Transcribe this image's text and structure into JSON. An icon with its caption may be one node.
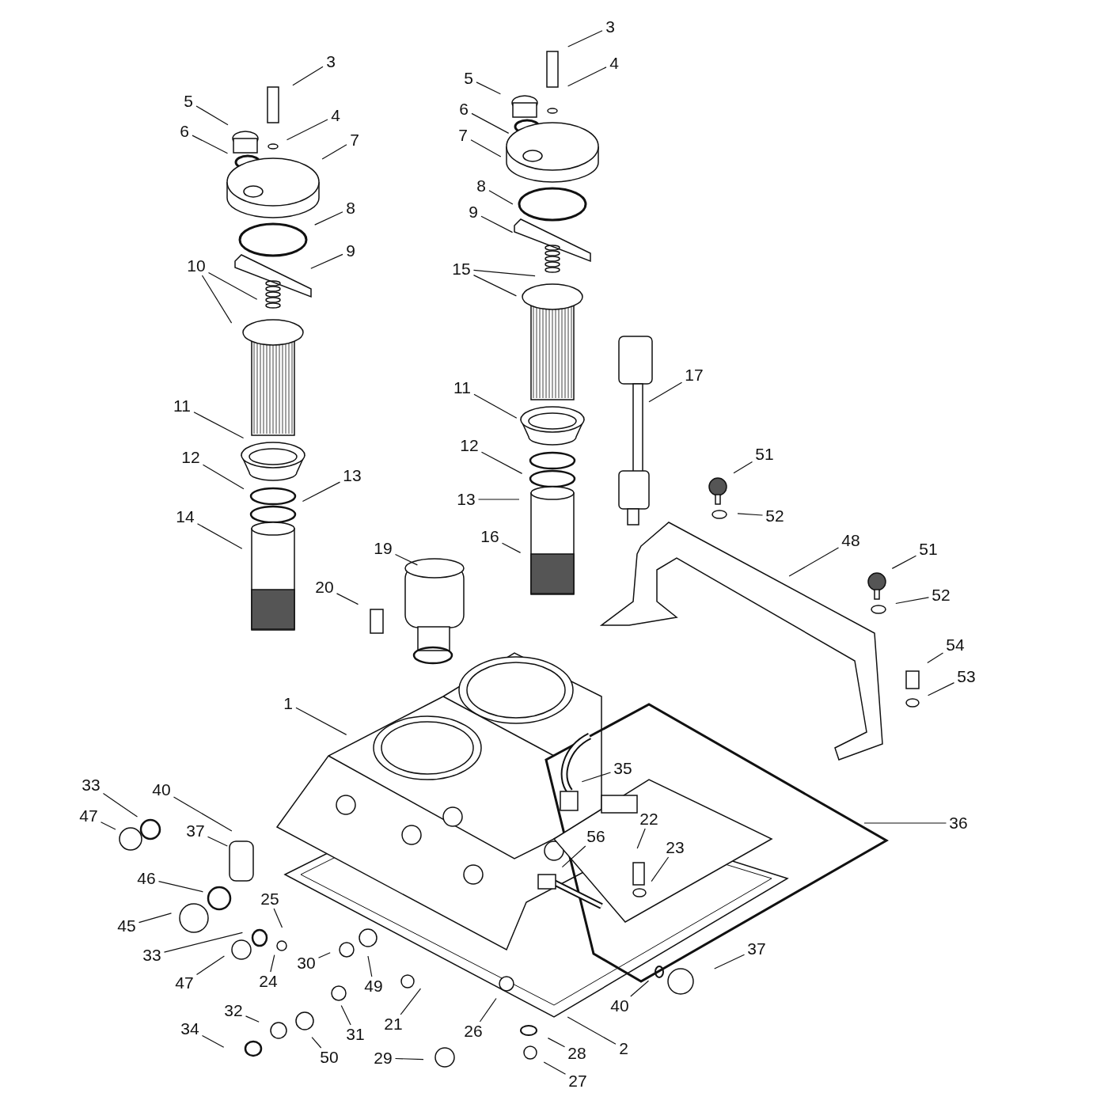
{
  "diagram": {
    "nodes": [
      {
        "text": [
          "3"
        ]
      },
      {
        "text": [
          "3"
        ]
      },
      {
        "text": [
          "4"
        ]
      },
      {
        "text": [
          "5"
        ]
      },
      {
        "text": [
          "5"
        ]
      },
      {
        "text": [
          "6"
        ]
      },
      {
        "text": [
          "4"
        ]
      },
      {
        "text": [
          "6"
        ]
      },
      {
        "text": [
          "7"
        ]
      },
      {
        "text": [
          "7"
        ]
      },
      {
        "text": [
          "8"
        ]
      },
      {
        "text": [
          "8"
        ]
      },
      {
        "text": [
          "9"
        ]
      },
      {
        "text": [
          "9"
        ]
      },
      {
        "text": [
          "10"
        ]
      },
      {
        "text": [
          "15"
        ]
      },
      {
        "text": [
          "17"
        ]
      },
      {
        "text": [
          "11"
        ]
      },
      {
        "text": [
          "11"
        ]
      },
      {
        "text": [
          "12"
        ]
      },
      {
        "text": [
          "51"
        ]
      },
      {
        "text": [
          "12"
        ]
      },
      {
        "text": [
          "13"
        ]
      },
      {
        "text": [
          "13"
        ]
      },
      {
        "text": [
          "52"
        ]
      },
      {
        "text": [
          "14"
        ]
      },
      {
        "text": [
          "16"
        ]
      },
      {
        "text": [
          "48"
        ]
      },
      {
        "text": [
          "19"
        ]
      },
      {
        "text": [
          "51"
        ]
      },
      {
        "text": [
          "20"
        ]
      },
      {
        "text": [
          "52"
        ]
      },
      {
        "text": [
          "54"
        ]
      },
      {
        "text": [
          "53"
        ]
      },
      {
        "text": [
          "1"
        ]
      },
      {
        "text": [
          "35"
        ]
      },
      {
        "text": [
          "33"
        ]
      },
      {
        "text": [
          "40"
        ]
      },
      {
        "text": [
          "47"
        ]
      },
      {
        "text": [
          "22"
        ]
      },
      {
        "text": [
          "36"
        ]
      },
      {
        "text": [
          "37"
        ]
      },
      {
        "text": [
          "56"
        ]
      },
      {
        "text": [
          "23"
        ]
      },
      {
        "text": [
          "46"
        ]
      },
      {
        "text": [
          "25"
        ]
      },
      {
        "text": [
          "45"
        ]
      },
      {
        "text": [
          "37"
        ]
      },
      {
        "text": [
          "33"
        ]
      },
      {
        "text": [
          "30"
        ]
      },
      {
        "text": [
          "24"
        ]
      },
      {
        "text": [
          "47"
        ]
      },
      {
        "text": [
          "49"
        ]
      },
      {
        "text": [
          "40"
        ]
      },
      {
        "text": [
          "32"
        ]
      },
      {
        "text": [
          "21"
        ]
      },
      {
        "text": [
          "34"
        ]
      },
      {
        "text": [
          "26"
        ]
      },
      {
        "text": [
          "31"
        ]
      },
      {
        "text": [
          "2"
        ]
      },
      {
        "text": [
          "28"
        ]
      },
      {
        "text": [
          "50"
        ]
      },
      {
        "text": [
          "29"
        ]
      },
      {
        "text": [
          "27"
        ]
      }
    ],
    "edges": [
      {
        "from": 0,
        "to": null,
        "arrow": "none"
      },
      {
        "from": 1,
        "to": null,
        "arrow": "none"
      },
      {
        "from": 2,
        "to": null,
        "arrow": "none"
      },
      {
        "from": 3,
        "to": null,
        "arrow": "none"
      },
      {
        "from": 4,
        "to": null,
        "arrow": "none"
      },
      {
        "from": 5,
        "to": null,
        "arrow": "none"
      },
      {
        "from": 6,
        "to": null,
        "arrow": "none"
      },
      {
        "from": 7,
        "to": null,
        "arrow": "none"
      },
      {
        "from": 8,
        "to": null,
        "arrow": "none"
      },
      {
        "from": 9,
        "to": null,
        "arrow": "none"
      },
      {
        "from": 10,
        "to": null,
        "arrow": "none"
      },
      {
        "from": 11,
        "to": null,
        "arrow": "none"
      },
      {
        "from": 12,
        "to": null,
        "arrow": "none"
      },
      {
        "from": 13,
        "to": null,
        "arrow": "none"
      },
      {
        "from": 14,
        "to": null,
        "arrow": "none"
      },
      {
        "from": 14,
        "to": null,
        "arrow": "none"
      },
      {
        "from": 15,
        "to": null,
        "arrow": "none"
      },
      {
        "from": 15,
        "to": null,
        "arrow": "none"
      },
      {
        "from": 16,
        "to": null,
        "arrow": "none"
      },
      {
        "from": 17,
        "to": null,
        "arrow": "none"
      },
      {
        "from": 18,
        "to": null,
        "arrow": "none"
      },
      {
        "from": 19,
        "to": null,
        "arrow": "none"
      },
      {
        "from": 20,
        "to": null,
        "arrow": "none"
      },
      {
        "from": 21,
        "to": null,
        "arrow": "none"
      },
      {
        "from": 22,
        "to": null,
        "arrow": "none"
      },
      {
        "from": 23,
        "to": null,
        "arrow": "none"
      },
      {
        "from": 24,
        "to": null,
        "arrow": "none"
      },
      {
        "from": 25,
        "to": null,
        "arrow": "none"
      },
      {
        "from": 26,
        "to": null,
        "arrow": "none"
      },
      {
        "from": 27,
        "to": null,
        "arrow": "none"
      },
      {
        "from": 28,
        "to": null,
        "arrow": "none"
      },
      {
        "from": 29,
        "to": null,
        "arrow": "none"
      },
      {
        "from": 30,
        "to": null,
        "arrow": "none"
      },
      {
        "from": 31,
        "to": null,
        "arrow": "none"
      },
      {
        "from": 32,
        "to": null,
        "arrow": "none"
      },
      {
        "from": 33,
        "to": null,
        "arrow": "none"
      },
      {
        "from": 34,
        "to": null,
        "arrow": "none"
      },
      {
        "from": 35,
        "to": null,
        "arrow": "none"
      },
      {
        "from": 36,
        "to": null,
        "arrow": "none"
      },
      {
        "from": 37,
        "to": null,
        "arrow": "none"
      },
      {
        "from": 38,
        "to": null,
        "arrow": "none"
      },
      {
        "from": 39,
        "to": null,
        "arrow": "none"
      },
      {
        "from": 40,
        "to": null,
        "arrow": "none"
      },
      {
        "from": 41,
        "to": null,
        "arrow": "none"
      },
      {
        "from": 42,
        "to": null,
        "arrow": "none"
      },
      {
        "from": 43,
        "to": null,
        "arrow": "none"
      },
      {
        "from": 44,
        "to": null,
        "arrow": "none"
      },
      {
        "from": 45,
        "to": null,
        "arrow": "none"
      },
      {
        "from": 46,
        "to": null,
        "arrow": "none"
      },
      {
        "from": 47,
        "to": null,
        "arrow": "none"
      },
      {
        "from": 48,
        "to": null,
        "arrow": "none"
      },
      {
        "from": 49,
        "to": null,
        "arrow": "none"
      },
      {
        "from": 50,
        "to": null,
        "arrow": "none"
      },
      {
        "from": 51,
        "to": null,
        "arrow": "none"
      },
      {
        "from": 52,
        "to": null,
        "arrow": "none"
      },
      {
        "from": 53,
        "to": null,
        "arrow": "none"
      },
      {
        "from": 54,
        "to": null,
        "arrow": "none"
      },
      {
        "from": 55,
        "to": null,
        "arrow": "none"
      },
      {
        "from": 56,
        "to": null,
        "arrow": "none"
      },
      {
        "from": 57,
        "to": null,
        "arrow": "none"
      },
      {
        "from": 58,
        "to": null,
        "arrow": "none"
      },
      {
        "from": 59,
        "to": null,
        "arrow": "none"
      },
      {
        "from": 60,
        "to": null,
        "arrow": "none"
      },
      {
        "from": 61,
        "to": null,
        "arrow": "none"
      },
      {
        "from": 62,
        "to": null,
        "arrow": "none"
      },
      {
        "from": 63,
        "to": null,
        "arrow": "none"
      }
    ]
  }
}
